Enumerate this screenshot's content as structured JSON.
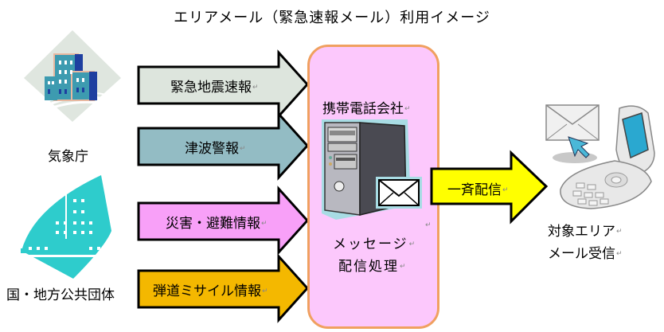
{
  "title": "エリアメール（緊急速報メール）利用イメージ",
  "senders": [
    {
      "label": "気象庁",
      "icon": "weather-agency-building-icon"
    },
    {
      "label": "国・地方公共団体",
      "icon": "government-building-icon"
    }
  ],
  "messages": [
    {
      "label": "緊急地震速報",
      "color": "#dde5dd"
    },
    {
      "label": "津波警報",
      "color": "#93bcc4"
    },
    {
      "label": "災害・避難情報",
      "color": "#f8a0f8"
    },
    {
      "label": "弾道ミサイル情報",
      "color": "#f4b800"
    }
  ],
  "carrier": {
    "title": "携帯電話会社",
    "process_line1": "メッセージ",
    "process_line2": "配信処理",
    "fill": "#fcc8fc",
    "border": "#f0a060",
    "icon": "server-with-mail-icon"
  },
  "broadcast": {
    "label": "一斉配信",
    "color": "#ffff00"
  },
  "receiver": {
    "line1": "対象エリア",
    "line2": "メール受信",
    "icon": "mobile-phone-mail-icon"
  },
  "return_mark": "↵"
}
